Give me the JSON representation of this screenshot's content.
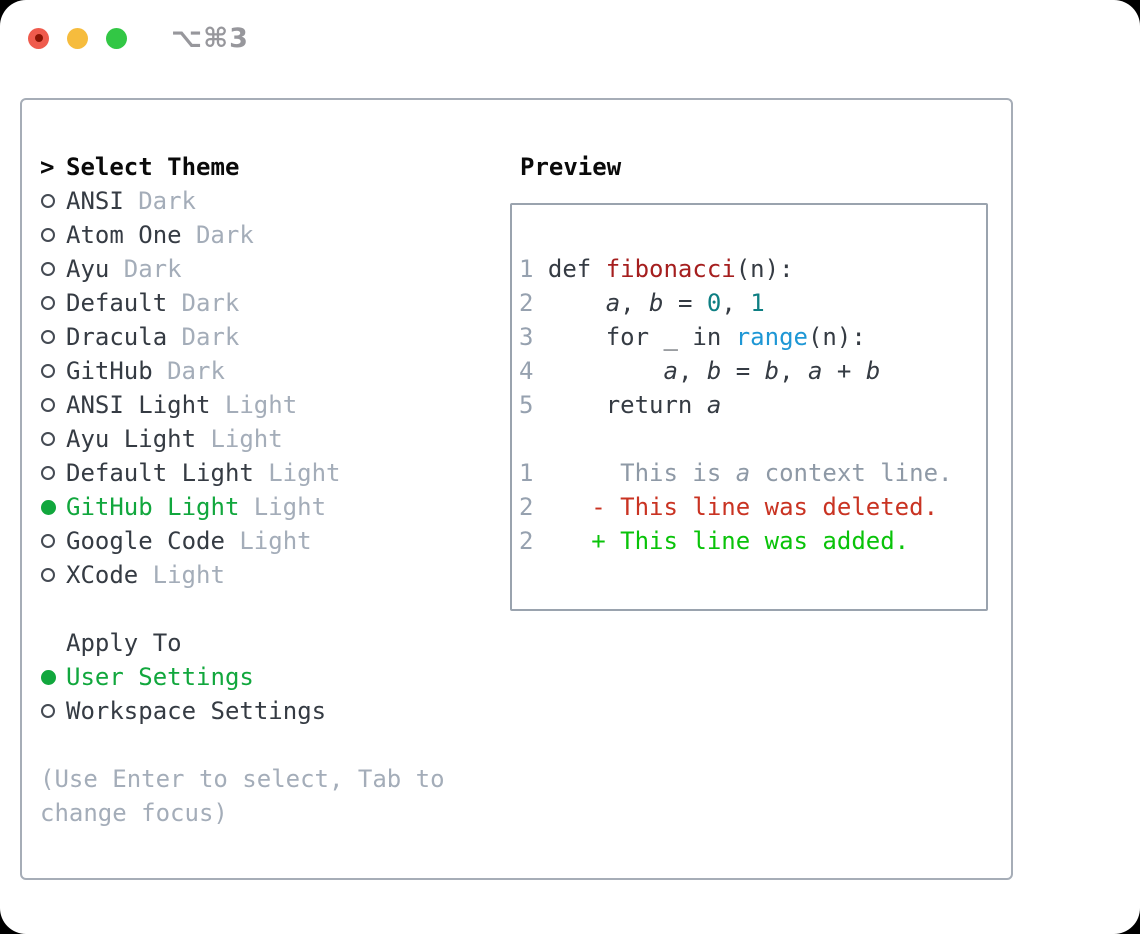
{
  "window": {
    "title": "⌥⌘3",
    "traffic_lights": [
      "close-button",
      "minimize-button",
      "zoom-button"
    ]
  },
  "panel": {
    "header_marker": ">",
    "select_theme_header": "Select Theme",
    "themes": [
      {
        "name": "ANSI",
        "variant": "Dark",
        "selected": false
      },
      {
        "name": "Atom One",
        "variant": "Dark",
        "selected": false
      },
      {
        "name": "Ayu",
        "variant": "Dark",
        "selected": false
      },
      {
        "name": "Default",
        "variant": "Dark",
        "selected": false
      },
      {
        "name": "Dracula",
        "variant": "Dark",
        "selected": false
      },
      {
        "name": "GitHub",
        "variant": "Dark",
        "selected": false
      },
      {
        "name": "ANSI Light",
        "variant": "Light",
        "selected": false
      },
      {
        "name": "Ayu Light",
        "variant": "Light",
        "selected": false
      },
      {
        "name": "Default Light",
        "variant": "Light",
        "selected": false
      },
      {
        "name": "GitHub Light",
        "variant": "Light",
        "selected": true
      },
      {
        "name": "Google Code",
        "variant": "Light",
        "selected": false
      },
      {
        "name": "XCode",
        "variant": "Light",
        "selected": false
      }
    ],
    "apply_to_header": "Apply To",
    "apply_options": [
      {
        "label": "User Settings",
        "selected": true
      },
      {
        "label": "Workspace Settings",
        "selected": false
      }
    ],
    "hint": "(Use Enter to select, Tab to change focus)"
  },
  "preview": {
    "label": "Preview",
    "code_lines": [
      {
        "num": "1",
        "segs": [
          {
            "t": "def ",
            "c": "fg"
          },
          {
            "t": "fibonacci",
            "c": "func"
          },
          {
            "t": "(n):",
            "c": "fg"
          }
        ]
      },
      {
        "num": "2",
        "segs": [
          {
            "t": "    ",
            "c": "fg"
          },
          {
            "t": "a",
            "c": "fg",
            "i": true
          },
          {
            "t": ", ",
            "c": "fg"
          },
          {
            "t": "b",
            "c": "fg",
            "i": true
          },
          {
            "t": " = ",
            "c": "fg"
          },
          {
            "t": "0",
            "c": "num"
          },
          {
            "t": ", ",
            "c": "fg"
          },
          {
            "t": "1",
            "c": "num"
          }
        ]
      },
      {
        "num": "3",
        "segs": [
          {
            "t": "    for _ in ",
            "c": "fg"
          },
          {
            "t": "range",
            "c": "call"
          },
          {
            "t": "(n):",
            "c": "fg"
          }
        ]
      },
      {
        "num": "4",
        "segs": [
          {
            "t": "        ",
            "c": "fg"
          },
          {
            "t": "a",
            "c": "fg",
            "i": true
          },
          {
            "t": ", ",
            "c": "fg"
          },
          {
            "t": "b",
            "c": "fg",
            "i": true
          },
          {
            "t": " = ",
            "c": "fg"
          },
          {
            "t": "b",
            "c": "fg",
            "i": true
          },
          {
            "t": ", ",
            "c": "fg"
          },
          {
            "t": "a",
            "c": "fg",
            "i": true
          },
          {
            "t": " + ",
            "c": "fg"
          },
          {
            "t": "b",
            "c": "fg",
            "i": true
          }
        ]
      },
      {
        "num": "5",
        "segs": [
          {
            "t": "    return ",
            "c": "fg"
          },
          {
            "t": "a",
            "c": "fg",
            "i": true
          }
        ]
      },
      {
        "num": "",
        "segs": []
      },
      {
        "num": "1",
        "segs": [
          {
            "t": "     This is ",
            "c": "ctx"
          },
          {
            "t": "a",
            "c": "ctx",
            "i": true
          },
          {
            "t": " context line.",
            "c": "ctx"
          }
        ]
      },
      {
        "num": "2",
        "segs": [
          {
            "t": "   - This line was deleted.",
            "c": "del"
          }
        ]
      },
      {
        "num": "2",
        "segs": [
          {
            "t": "   + This line was added.",
            "c": "add"
          }
        ]
      }
    ]
  },
  "colors": {
    "accent_green": "#11a73d",
    "added_green": "#09c309",
    "deleted_red": "#c93322",
    "func_red": "#a51e1e",
    "number_teal": "#0e7f83",
    "call_blue": "#1e97d5",
    "code_fg": "#353b43",
    "text_dark": "#353b43",
    "heading_black": "#0a0a0a",
    "muted": "#a4adb9",
    "line_number": "#96a1af",
    "context_gray": "#8e99a6",
    "panel_border": "#a6adb7",
    "box_border": "#9aa3ae",
    "radio_ring": "#454b54",
    "title_gray": "#97979c",
    "traffic_red": "#ef5b4d",
    "traffic_red_dot": "#8a1404",
    "traffic_yellow": "#f6bc3d",
    "traffic_green": "#32c745"
  }
}
